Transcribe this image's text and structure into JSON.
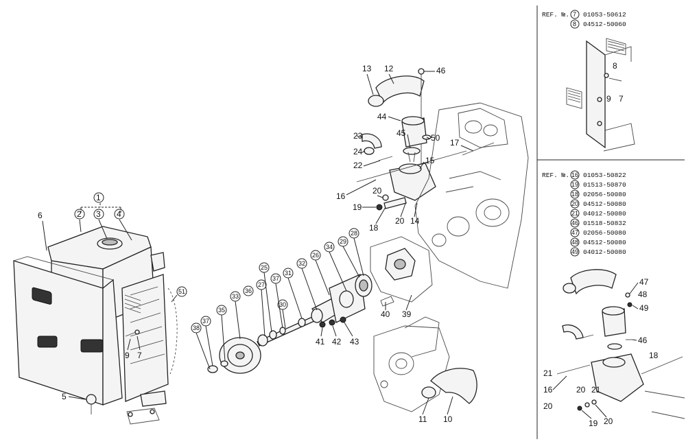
{
  "callouts": {
    "c1": "1",
    "c2": "2",
    "c3": "3",
    "c4": "4",
    "c5": "5",
    "c6": "6",
    "c9": "9",
    "c7": "7",
    "c51": "51",
    "c13": "13",
    "c12": "12",
    "c46": "46",
    "c44": "44",
    "c23": "23",
    "c45": "45",
    "c50": "50",
    "c24": "24",
    "c17": "17",
    "c22": "22",
    "c15": "15",
    "c16": "16",
    "c20": "20",
    "c19": "19",
    "c18": "18",
    "c20b": "20",
    "c14": "14",
    "c25": "25",
    "c27": "27",
    "c26": "26",
    "c30": "30",
    "c31": "31",
    "c32": "32",
    "c28": "28",
    "c29": "29",
    "c33": "33",
    "c34": "34",
    "c35": "35",
    "c36": "36",
    "c37": "37",
    "c38": "38",
    "c40": "40",
    "c39": "39",
    "c41": "41",
    "c42": "42",
    "c43": "43",
    "c11": "11",
    "c10": "10"
  },
  "ref_panel_top": {
    "heading": "REF. №.",
    "rows": [
      {
        "num": "7",
        "part": "01053-50612"
      },
      {
        "num": "8",
        "part": "04512-50060"
      }
    ],
    "callouts": {
      "c8": "8",
      "c9": "9",
      "c7": "7"
    }
  },
  "ref_panel_bottom": {
    "heading": "REF. №.",
    "rows": [
      {
        "num": "16",
        "part": "01053-50822"
      },
      {
        "num": "19",
        "part": "01513-50870"
      },
      {
        "num": "18",
        "part": "02056-50080"
      },
      {
        "num": "20",
        "part": "04512-50080"
      },
      {
        "num": "21",
        "part": "04012-50080"
      },
      {
        "num": "46",
        "part": "01518-50832"
      },
      {
        "num": "47",
        "part": "02056-50080"
      },
      {
        "num": "48",
        "part": "04512-50080"
      },
      {
        "num": "49",
        "part": "04012-50080"
      }
    ],
    "callouts": {
      "c47": "47",
      "c48": "48",
      "c49": "49",
      "c46": "46",
      "c18": "18",
      "c21": "21",
      "c16": "16",
      "c20a": "20",
      "c21b": "21",
      "c20b": "20",
      "c19": "19",
      "c20c": "20"
    }
  }
}
